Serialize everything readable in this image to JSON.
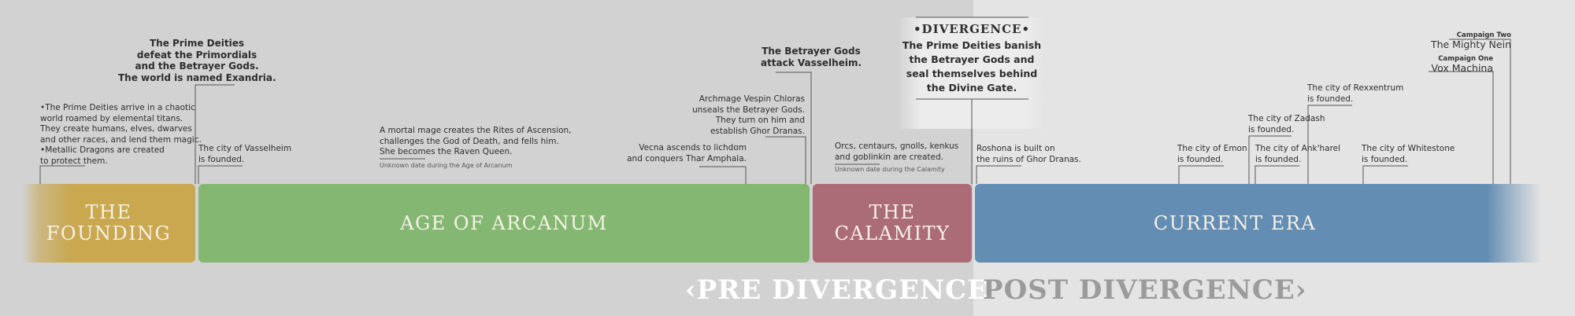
{
  "eras": {
    "founding": [
      "THE",
      "FOUNDING"
    ],
    "arcanum": [
      "AGE OF ARCANUM"
    ],
    "calamity": [
      "THE",
      "CALAMITY"
    ],
    "current": [
      "CURRENT ERA"
    ]
  },
  "divergence": {
    "pre": "‹PRE DIVERGENCE",
    "post": "POST DIVERGENCE›"
  },
  "events": {
    "arrive": [
      "•The Prime Deities arrive in a chaotic",
      "  world roamed by elemental titans.",
      "They create humans, elves, dwarves",
      "and other races, and lend them magic.",
      "•Metallic Dragons are created",
      "to protect them."
    ],
    "primordials": [
      "The Prime Deities",
      "defeat the Primordials",
      "and the Betrayer Gods.",
      "The world is named Exandria."
    ],
    "vasselheim_founded": [
      "The city of Vasselheim",
      "is founded."
    ],
    "rites": [
      "A mortal mage creates the Rites of Ascension,",
      "challenges the God of Death, and fells him.",
      "She becomes the Raven Queen."
    ],
    "rites_note": "Unknown date during the Age of Arcanum",
    "vecna": [
      "Vecna ascends to lichdom",
      "and conquers Thar Amphala."
    ],
    "vespin": [
      "Archmage Vespin Chloras",
      "unseals the Betrayer Gods.",
      "They turn on him and",
      "establish Ghor Dranas."
    ],
    "attack": [
      "The Betrayer Gods",
      "attack Vasselheim."
    ],
    "orcs": [
      "Orcs, centaurs, gnolls, kenkus",
      "and goblinkin are created."
    ],
    "orcs_note": "Unknown date during the Calamity",
    "divergence_head": "•DIVERGENCE•",
    "divergence_text": [
      "The Prime Deities banish",
      "the Betrayer Gods and",
      "seal themselves behind",
      "the Divine Gate."
    ],
    "roshona": [
      "Roshona is built on",
      "the ruins of Ghor Dranas."
    ],
    "emon": [
      "The city of Emon",
      "is founded."
    ],
    "zadash": [
      "The city of Zadash",
      "is founded."
    ],
    "ankharel": [
      "The city of Ank'harel",
      "is founded."
    ],
    "rexxentrum": [
      "The city of Rexxentrum",
      "is founded."
    ],
    "whitestone": [
      "The city of Whitestone",
      "is founded."
    ]
  },
  "campaigns": {
    "two_label": "Campaign Two",
    "two_name": "The Mighty Nein",
    "one_label": "Campaign One",
    "one_name": "Vox Machina"
  }
}
